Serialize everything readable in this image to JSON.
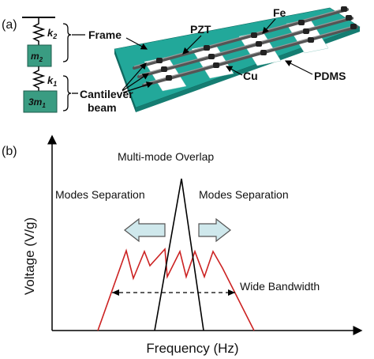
{
  "panel_a": {
    "label": "(a)",
    "spring_k2": "k",
    "spring_k2_sub": "2",
    "spring_k1": "k",
    "spring_k1_sub": "1",
    "mass_m2": "m",
    "mass_m2_sub": "2",
    "mass_m1": "3m",
    "mass_m1_sub": "1",
    "frame_label": "Frame",
    "cantilever_label_line1": "Cantilever",
    "cantilever_label_line2": "beam",
    "pzt_label": "PZT",
    "fe_label": "Fe",
    "cu_label": "Cu",
    "pdms_label": "PDMS",
    "colors": {
      "mass": "#3a9c82",
      "board": "#22a89a",
      "beam": "#555555",
      "tip": "#222222"
    }
  },
  "panel_b": {
    "label": "(b)",
    "title_overlap": "Multi-mode Overlap",
    "left_text": "Modes Separation",
    "right_text": "Modes Separation",
    "bandwidth_text": "Wide Bandwidth",
    "x_axis_label": "Frequency (Hz)",
    "y_axis_label": "Voltage (V/g)",
    "colors": {
      "response": "#cc2222",
      "peak": "#000000",
      "arrow_fill": "#cfe8ec",
      "arrow_stroke": "#555555"
    }
  }
}
